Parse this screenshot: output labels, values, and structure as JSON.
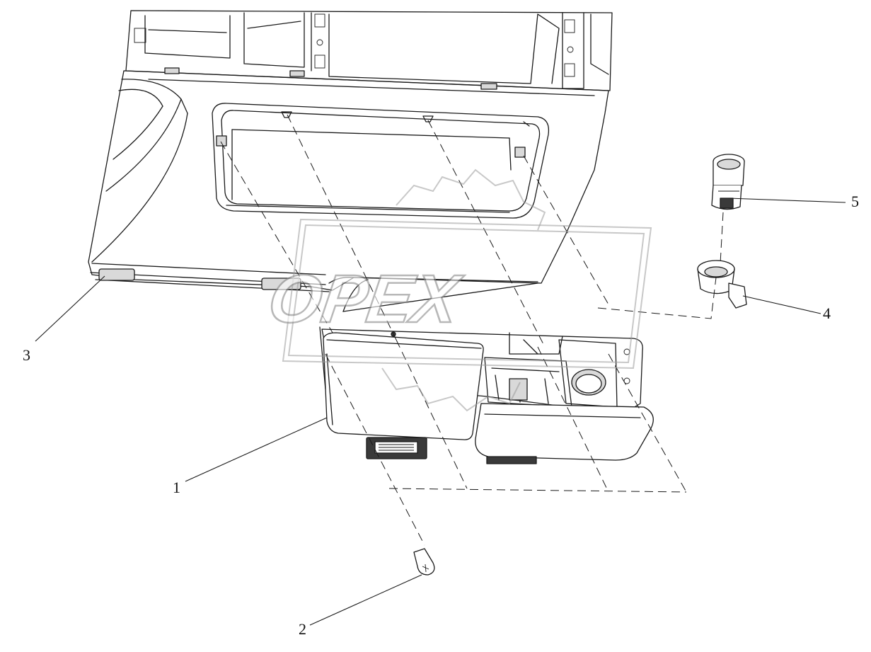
{
  "diagram": {
    "type": "exploded-assembly-drawing",
    "callouts": [
      {
        "id": "callout-1",
        "label": "1"
      },
      {
        "id": "callout-2",
        "label": "2"
      },
      {
        "id": "callout-3",
        "label": "3"
      },
      {
        "id": "callout-4",
        "label": "4"
      },
      {
        "id": "callout-5",
        "label": "5"
      }
    ],
    "watermark": {
      "text": "OPEX"
    }
  }
}
